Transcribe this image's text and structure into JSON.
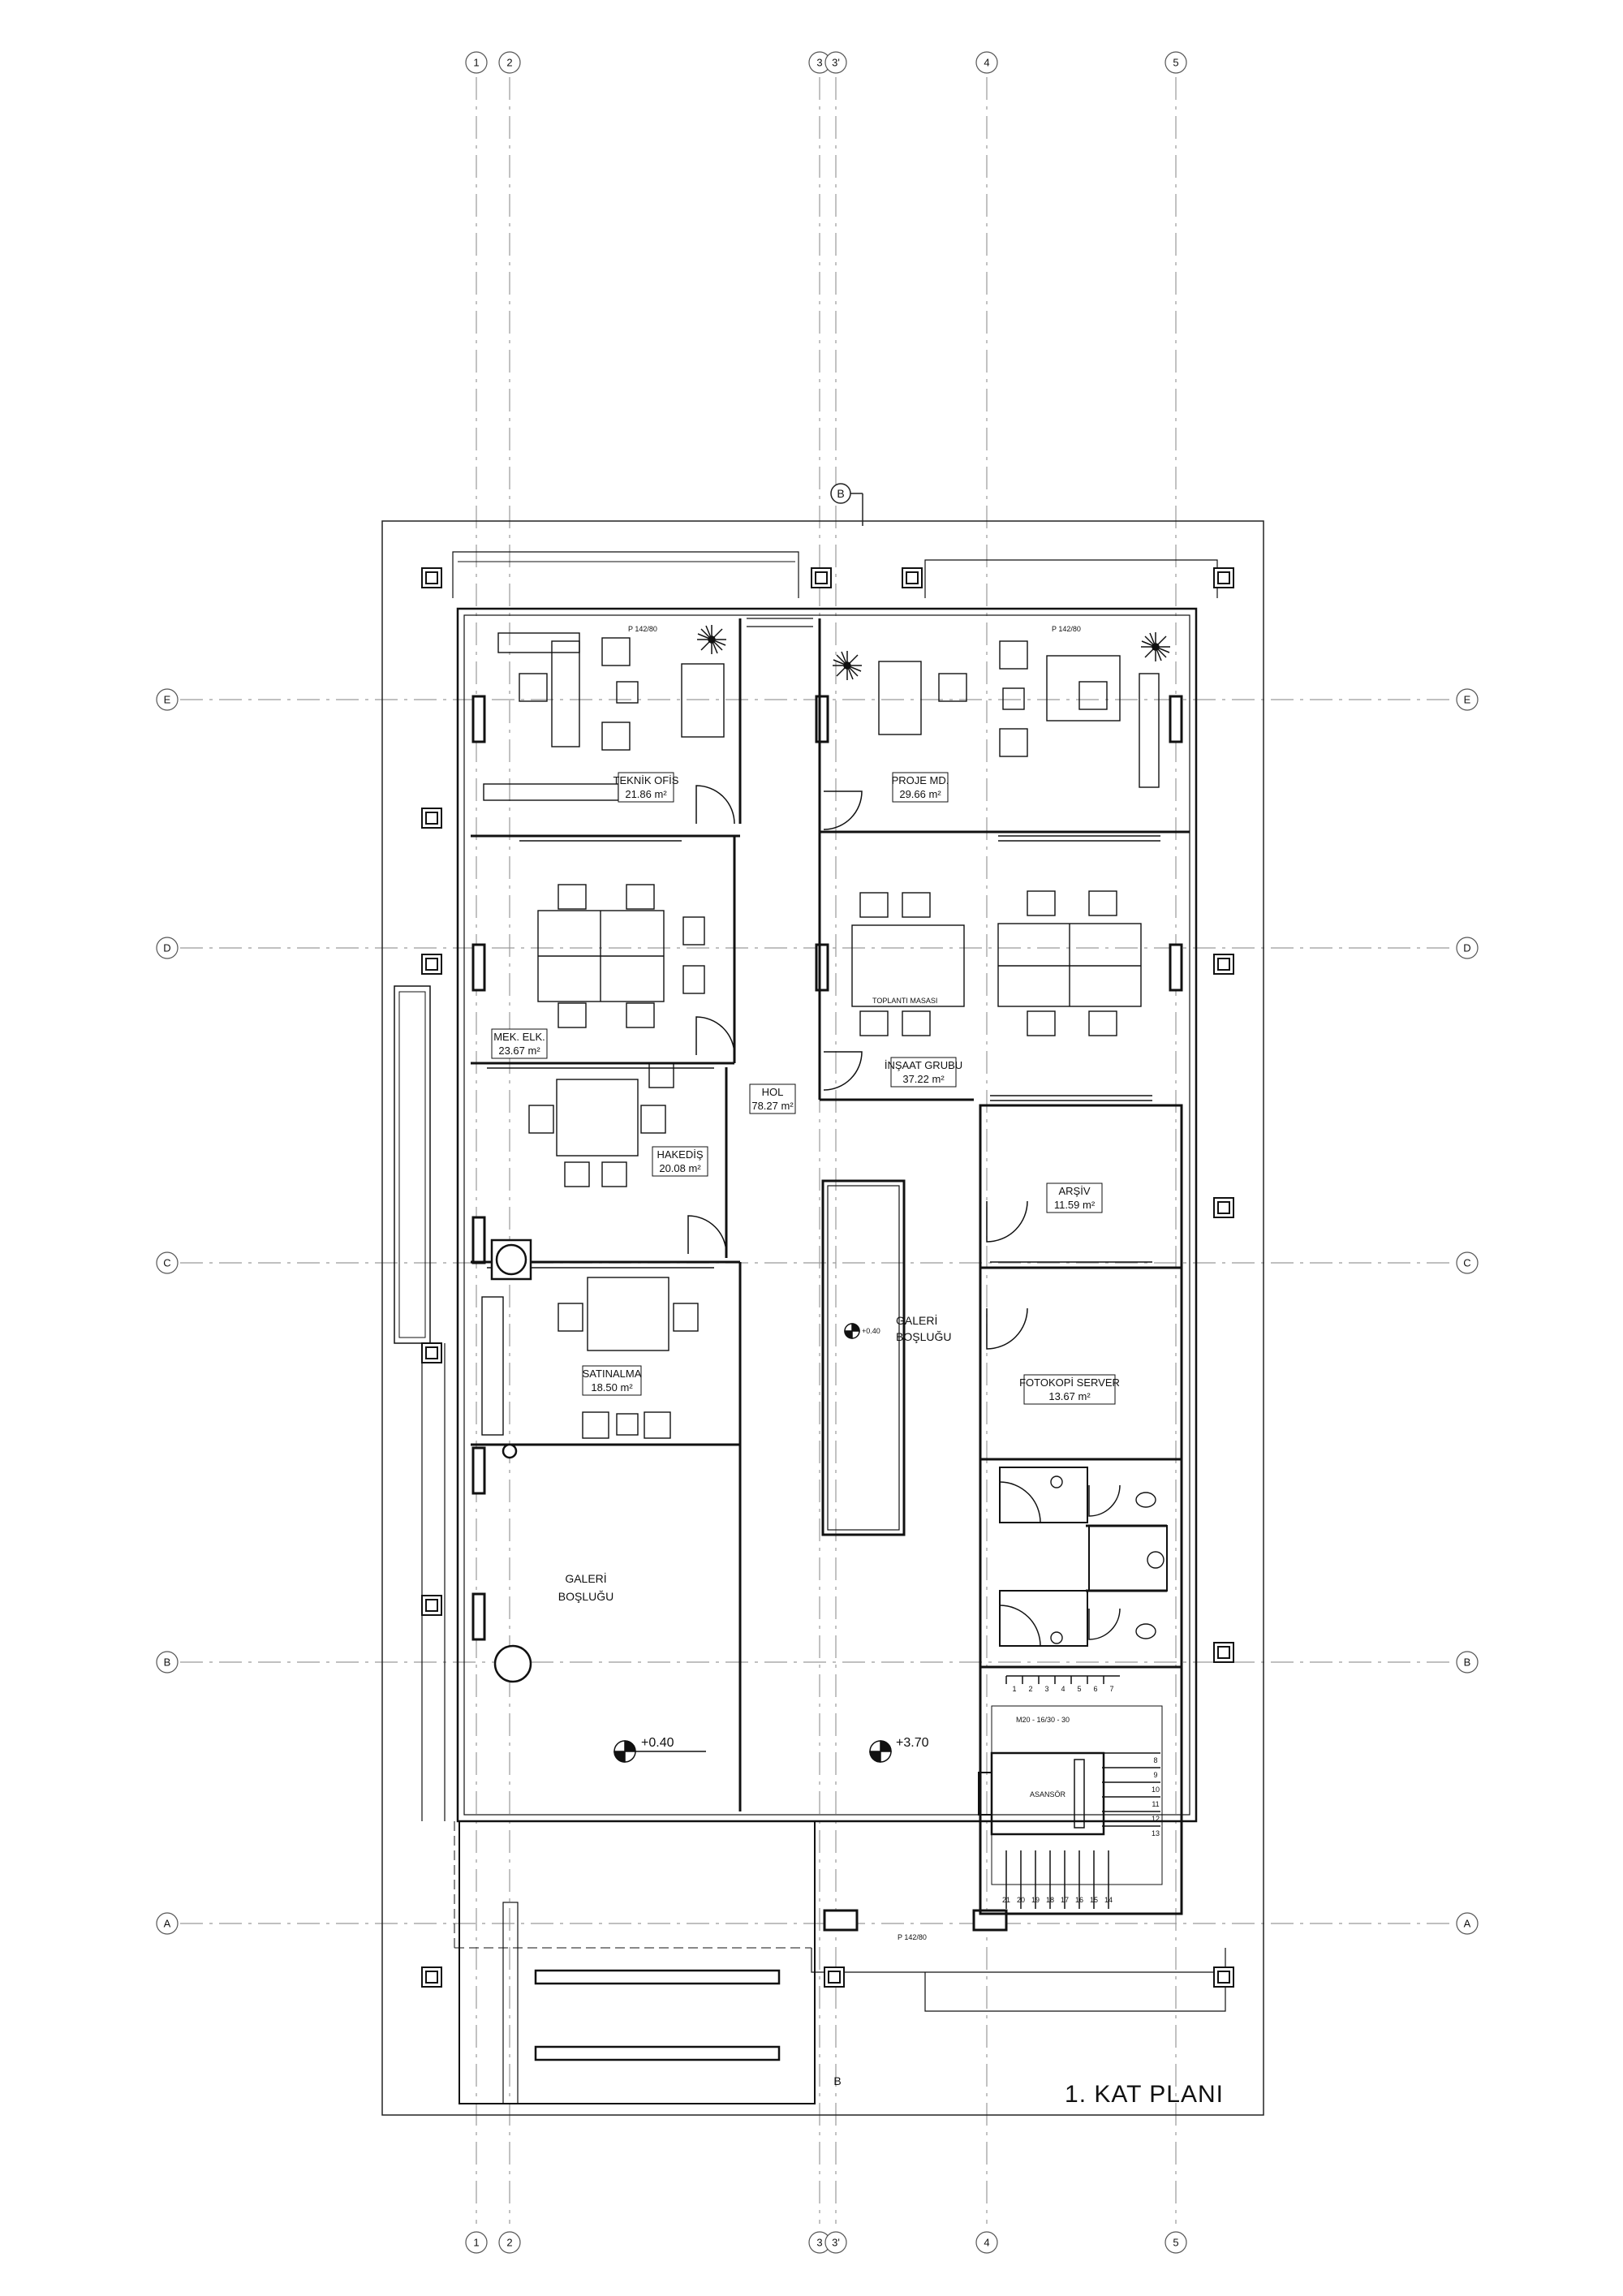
{
  "drawing": {
    "title": "1. KAT PLANI",
    "section_marker": "B",
    "section_marker_bottom": "B"
  },
  "grid": {
    "columns": [
      "1",
      "2",
      "3",
      "3'",
      "4",
      "5"
    ],
    "rows": [
      "E",
      "D",
      "C",
      "B",
      "A"
    ]
  },
  "rooms": [
    {
      "name": "TEKNİK OFİS",
      "area": "21.86 m²"
    },
    {
      "name": "PROJE MD.",
      "area": "29.66 m²"
    },
    {
      "name": "MEK. ELK.",
      "area": "23.67 m²"
    },
    {
      "name": "İNŞAAT GRUBU",
      "area": "37.22 m²"
    },
    {
      "name": "HOL",
      "area": "78.27 m²"
    },
    {
      "name": "HAKEDİŞ",
      "area": "20.08 m²"
    },
    {
      "name": "ARŞİV",
      "area": "11.59 m²"
    },
    {
      "name": "SATINALMA",
      "area": "18.50 m²"
    },
    {
      "name": "FOTOKOPİ SERVER",
      "area": "13.67 m²"
    }
  ],
  "voids": [
    {
      "line1": "GALERİ",
      "line2": "BOŞLUĞU"
    },
    {
      "line1": "GALERİ",
      "line2": "BOŞLUĞU"
    }
  ],
  "levels": {
    "gallery_center": "+0.40",
    "gallery_left": "+0.40",
    "hall": "+3.70"
  },
  "labels": {
    "meeting_table": "TOPLANTI MASASI",
    "elevator": "ASANSÖR",
    "window_code_1": "P 142/80",
    "window_code_2": "P 142/80",
    "window_code_3": "P 142/80",
    "stair_note": "M20 - 16/30 - 30"
  },
  "stair_steps_right": [
    "8",
    "9",
    "10",
    "11",
    "12",
    "13"
  ],
  "stair_steps_bottom": [
    "21",
    "20",
    "19",
    "18",
    "17",
    "16",
    "15",
    "14"
  ],
  "stair_steps_top": [
    "1",
    "2",
    "3",
    "4",
    "5",
    "6",
    "7"
  ],
  "colors": {
    "line": "#111111",
    "grid_line": "#9a9a9a",
    "background": "#ffffff"
  }
}
